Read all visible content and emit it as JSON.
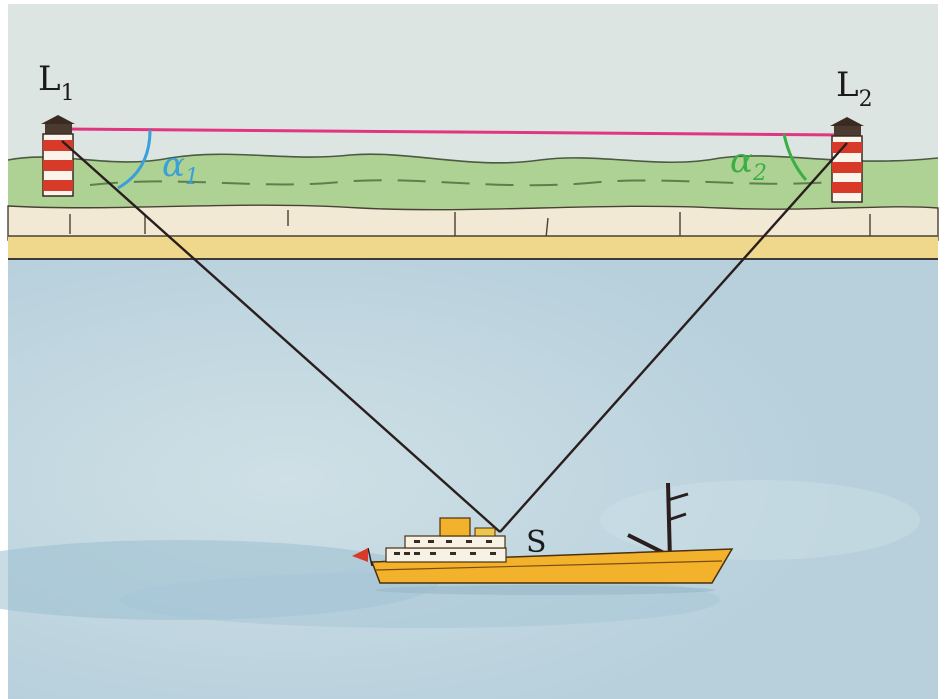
{
  "labels": {
    "lighthouse1": {
      "main": "L",
      "sub": "1"
    },
    "lighthouse2": {
      "main": "L",
      "sub": "2"
    },
    "angle1": {
      "main": "α",
      "sub": "1"
    },
    "angle2": {
      "main": "α",
      "sub": "2"
    },
    "ship": "S"
  },
  "colors": {
    "baseline": "#e0357f",
    "angle1": "#3aa0d8",
    "angle2": "#3cae45",
    "sight_lines": "#2a1e1e",
    "sky": "#dfe6e4",
    "land": "#a9cf8c",
    "cliff": "#efe6cf",
    "beach": "#efd98a",
    "sea": "#bfd6e0",
    "ship_hull": "#f2b22b",
    "lighthouse_red": "#d83a2a"
  },
  "icons": [
    "lighthouse-icon",
    "lighthouse-icon",
    "ship-icon",
    "flag-icon"
  ]
}
